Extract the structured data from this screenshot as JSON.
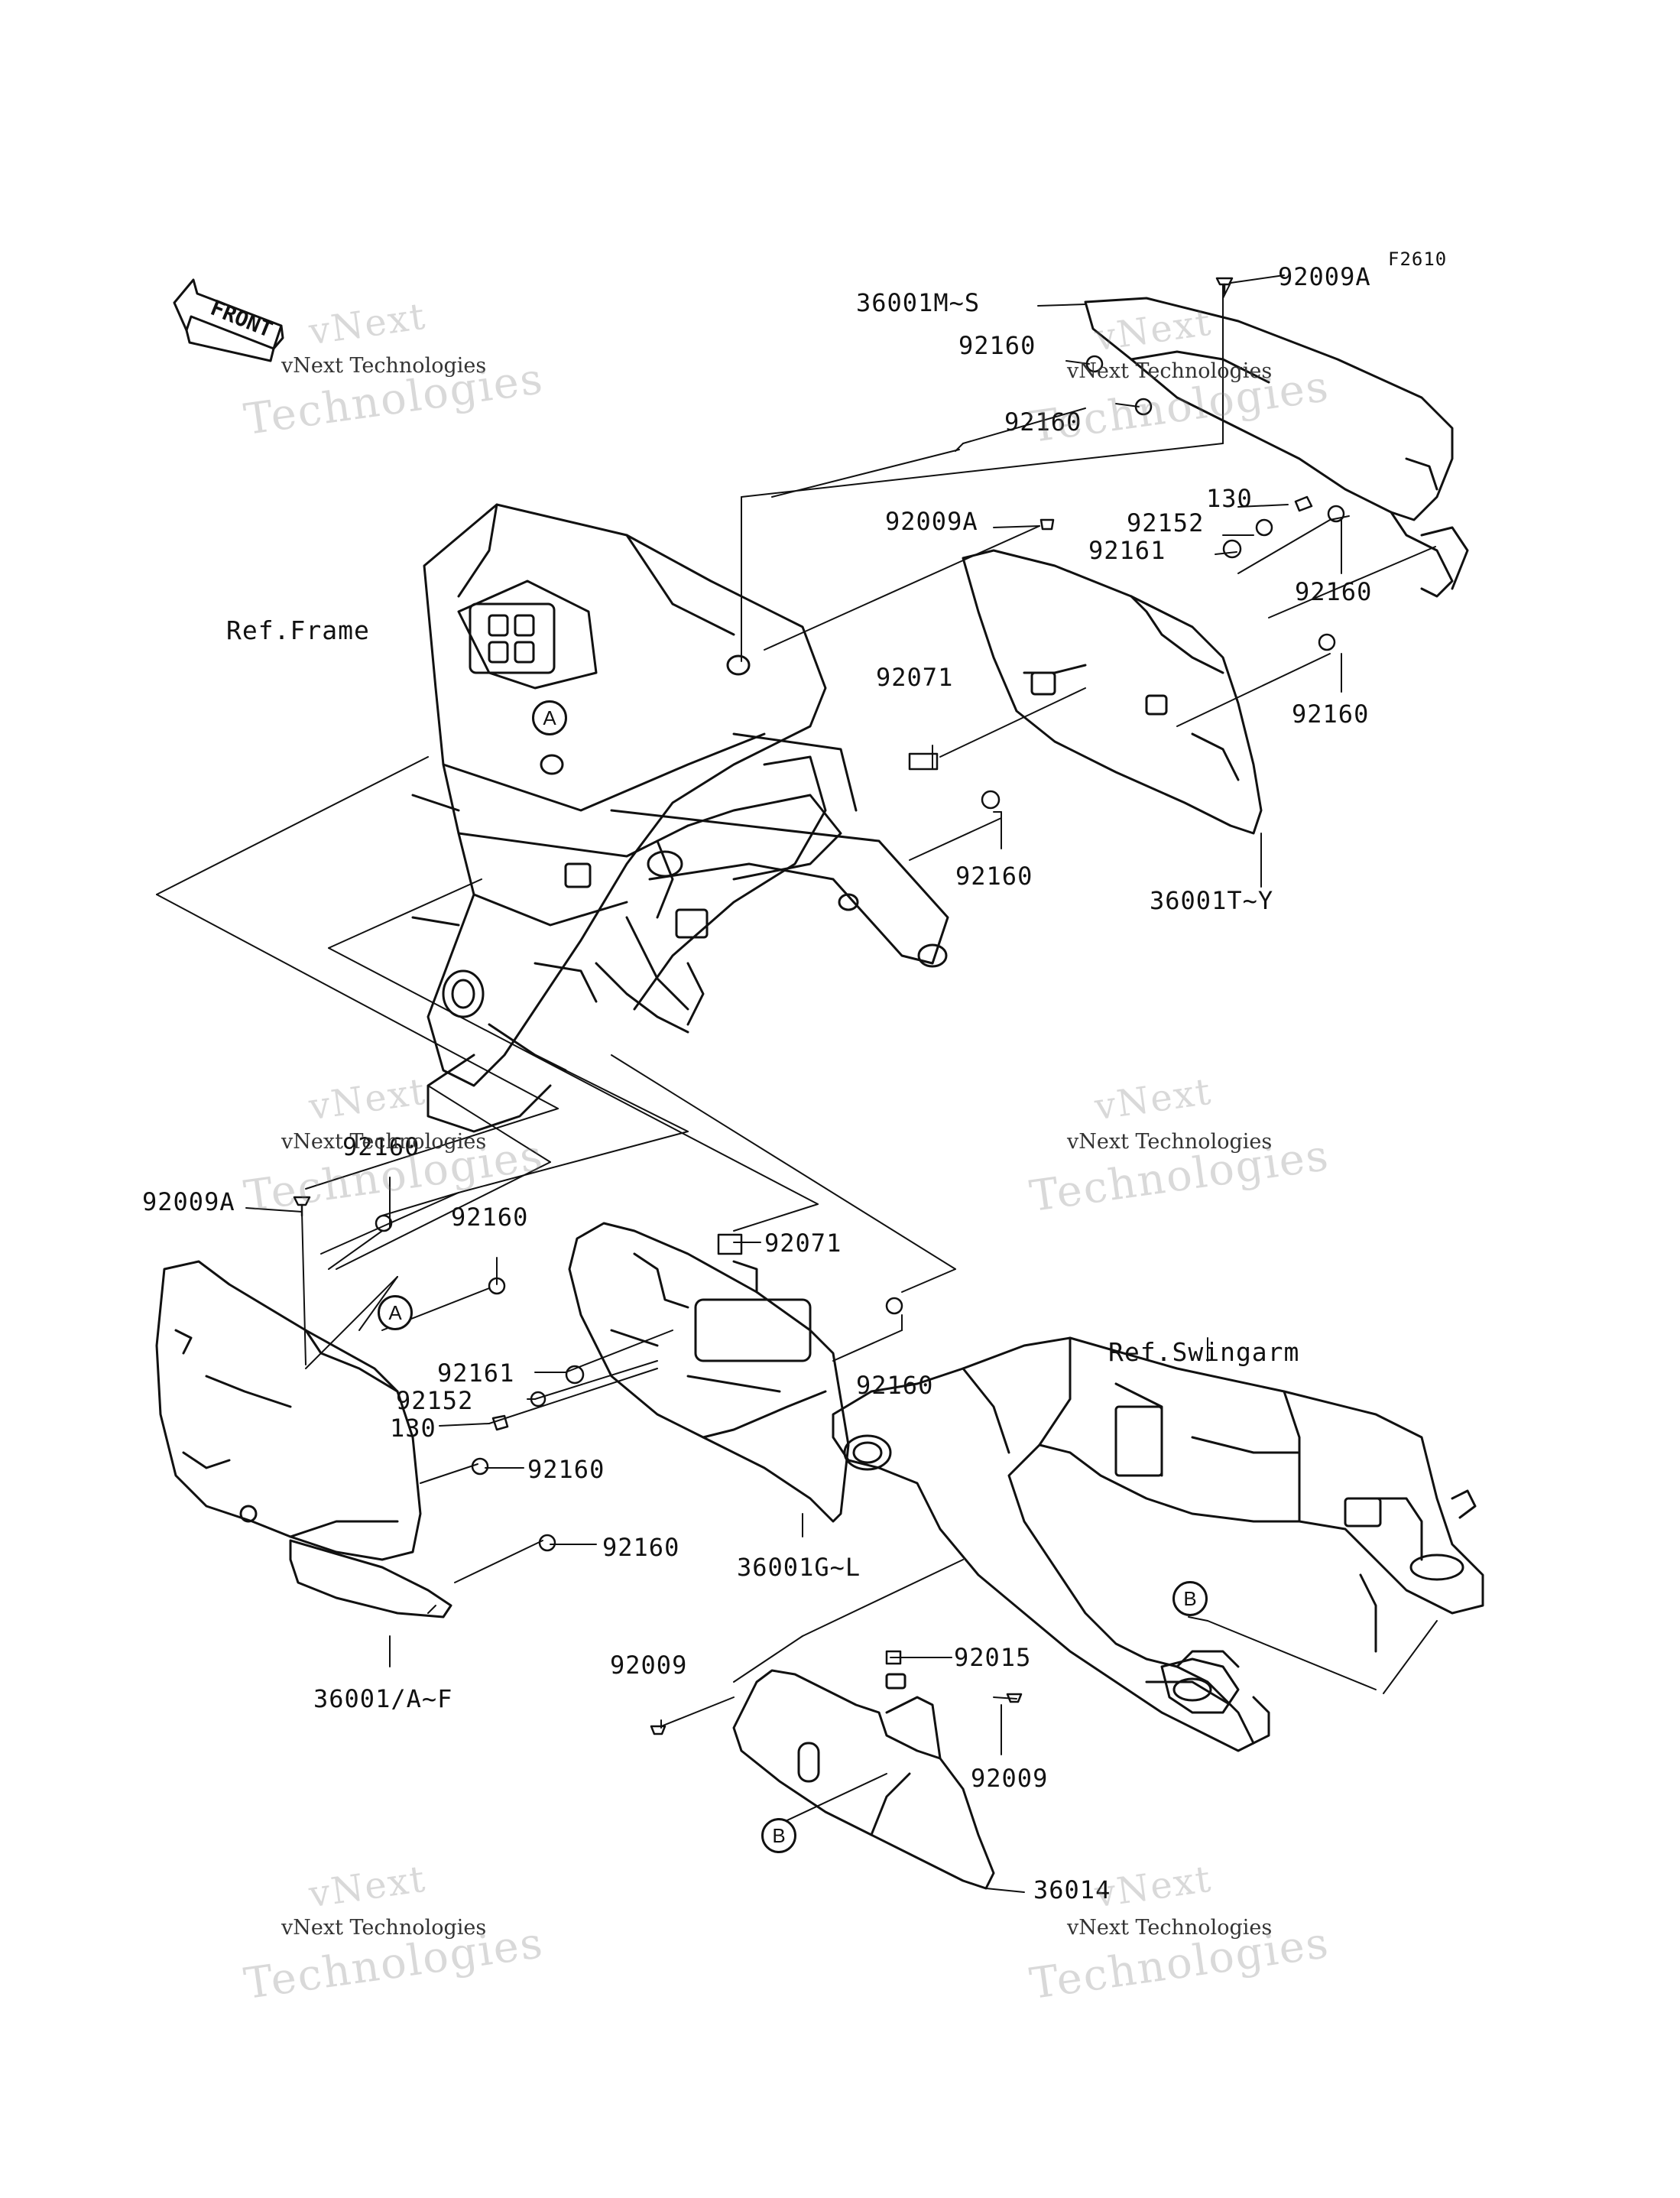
{
  "figure_code": "F2610",
  "orientation_label": "FRONT",
  "watermark_text": {
    "line1": "vNext",
    "line2": "Technologies",
    "small": "vNext Technologies"
  },
  "references": {
    "frame": "Ref.Frame",
    "swingarm": "Ref.Swingarm"
  },
  "callouts": {
    "a": "A",
    "b": "B"
  },
  "parts": {
    "p_36001m_s": "36001M~S",
    "p_92009a_top": "92009A",
    "p_92160_1": "92160",
    "p_92160_2": "92160",
    "p_92009a_mid": "92009A",
    "p_130_top": "130",
    "p_92152_top": "92152",
    "p_92161_top": "92161",
    "p_92160_3": "92160",
    "p_92071_top": "92071",
    "p_92160_4": "92160",
    "p_92160_5": "92160",
    "p_36001t_y": "36001T~Y",
    "p_92160_6": "92160",
    "p_92009a_left": "92009A",
    "p_92160_7": "92160",
    "p_92071_mid": "92071",
    "p_92161_mid": "92161",
    "p_92152_mid": "92152",
    "p_130_mid": "130",
    "p_92160_8": "92160",
    "p_92160_9": "92160",
    "p_92160_10": "92160",
    "p_36001g_l": "36001G~L",
    "p_36001a_f": "36001/A~F",
    "p_92009_left": "92009",
    "p_92015": "92015",
    "p_92009_right": "92009",
    "p_36014": "36014"
  }
}
